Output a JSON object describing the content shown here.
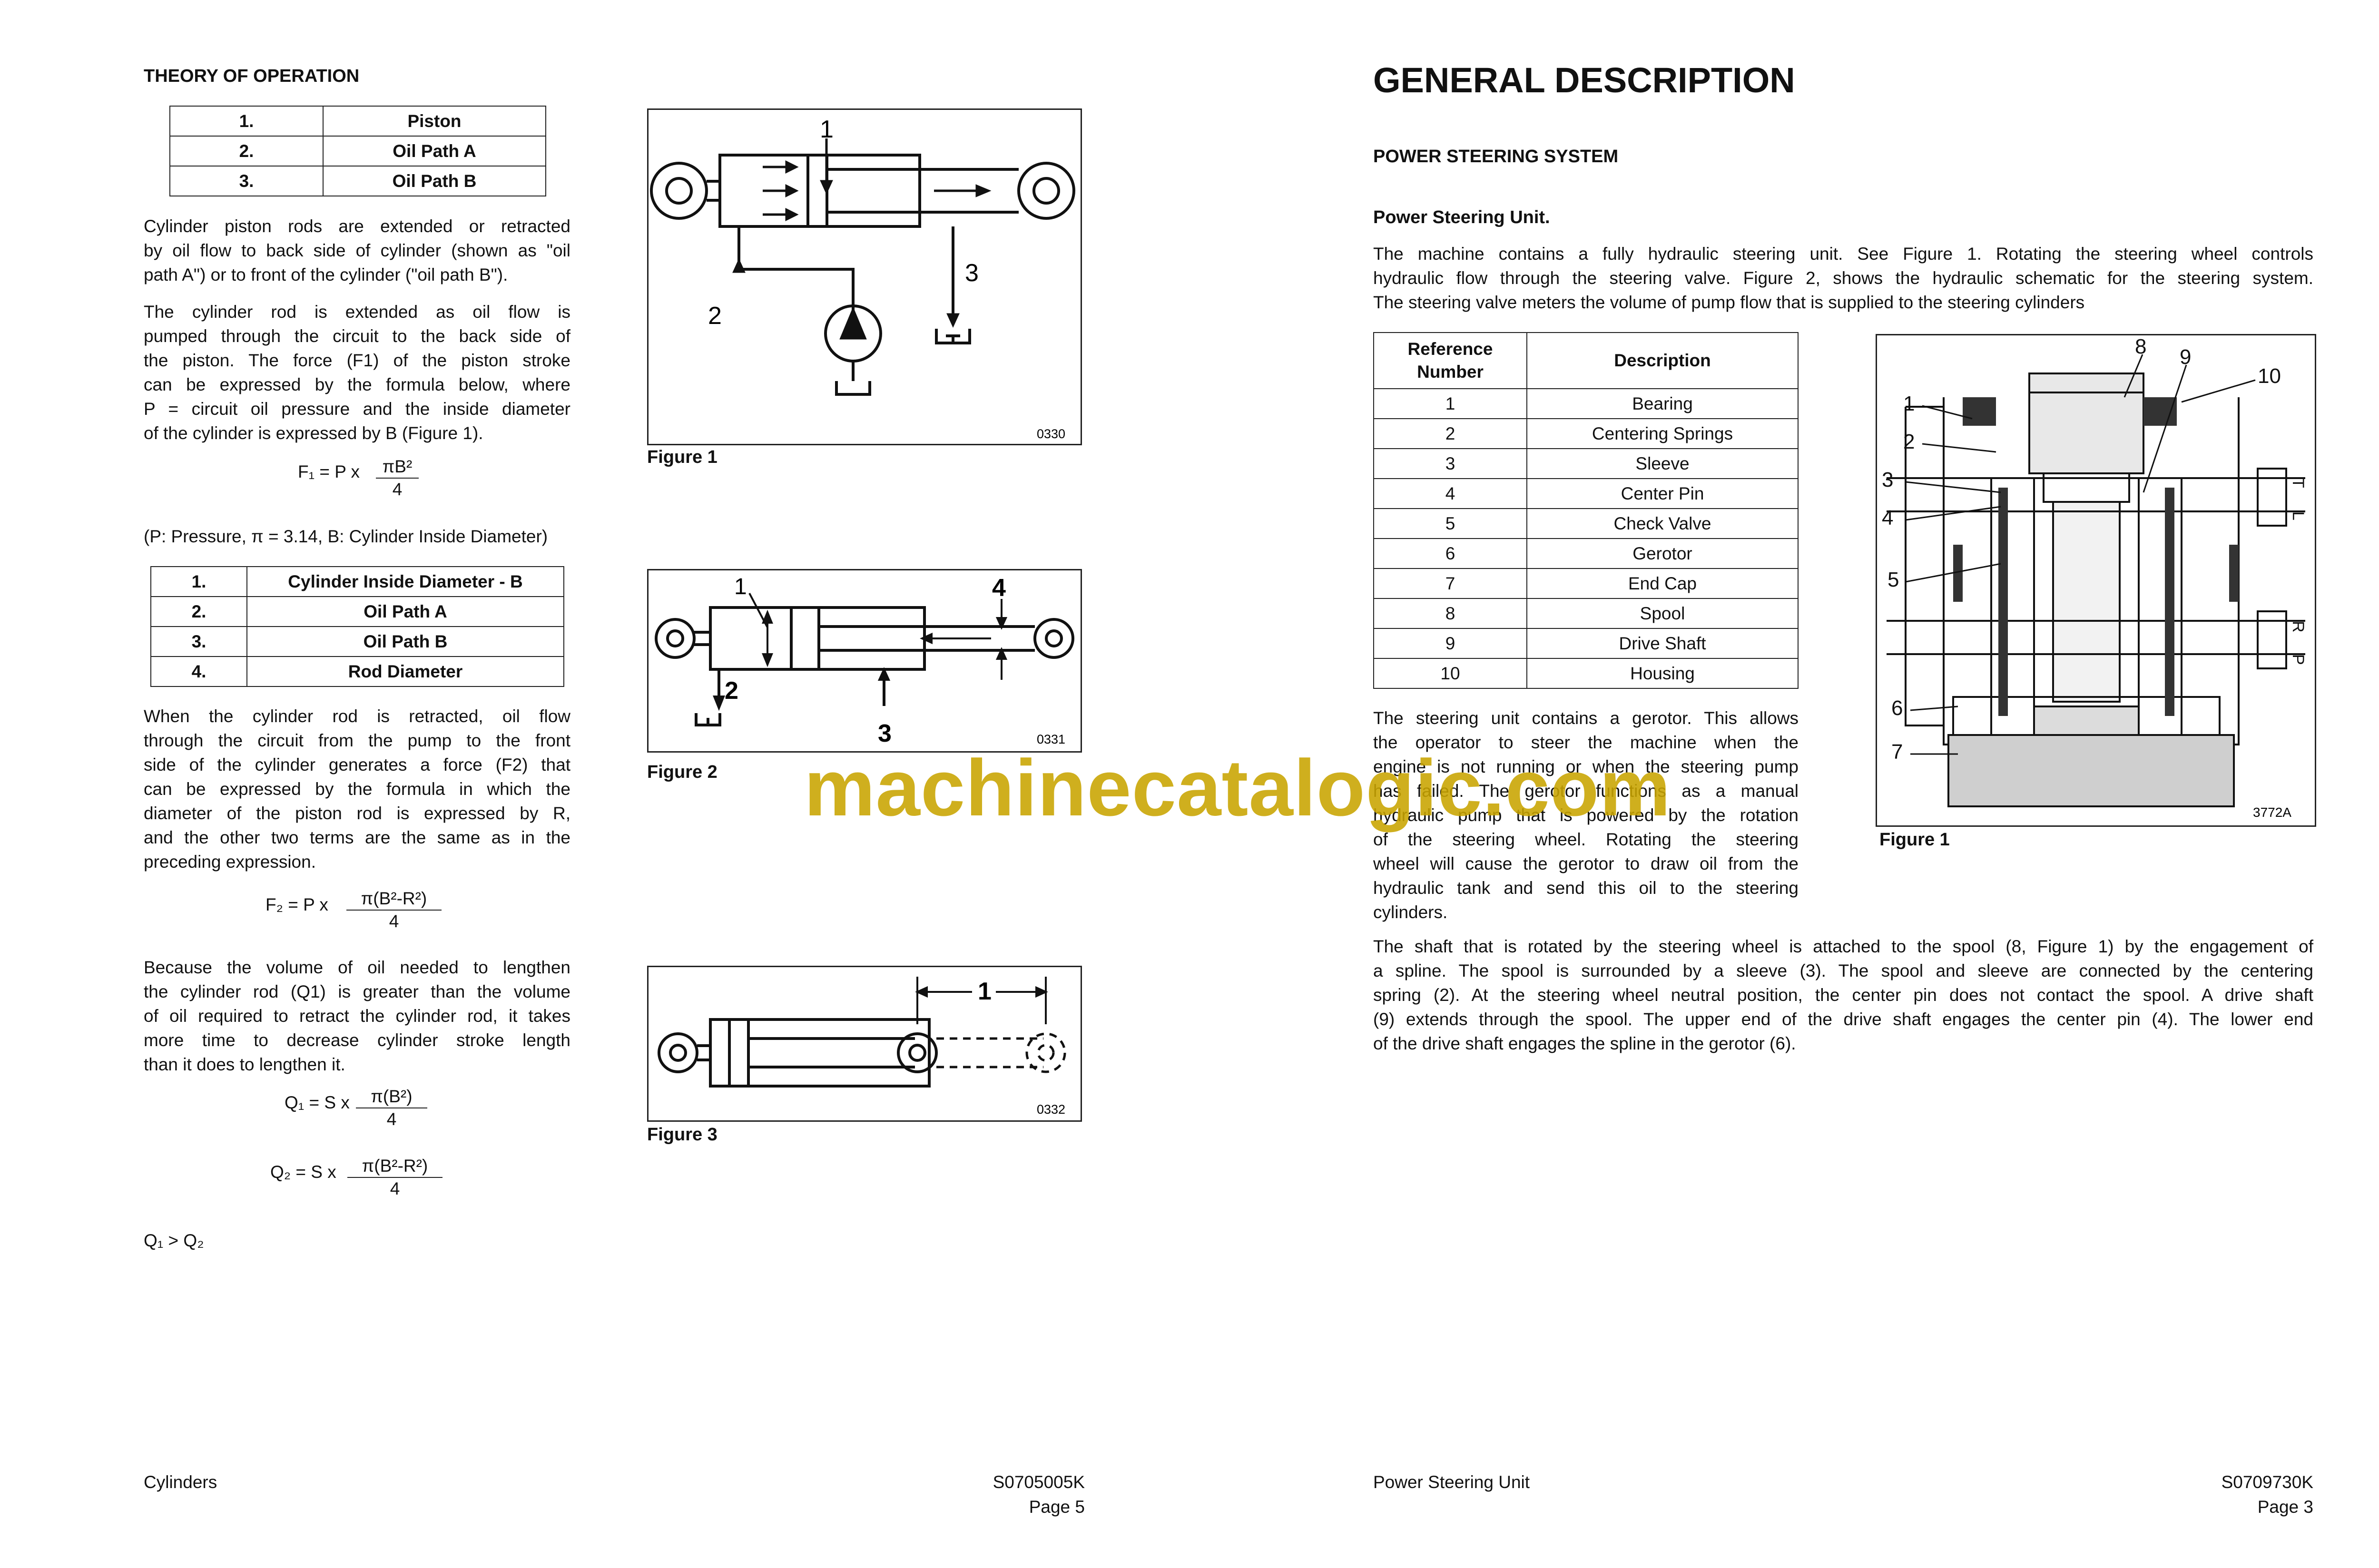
{
  "left_page": {
    "heading": "THEORY OF OPERATION",
    "table1": [
      {
        "num": "1.",
        "label": "Piston"
      },
      {
        "num": "2.",
        "label": "Oil Path A"
      },
      {
        "num": "3.",
        "label": "Oil Path B"
      }
    ],
    "para1": [
      "Cylinder piston rods are extended or retracted",
      "by oil flow to back side of cylinder (shown as \"oil",
      "path A\") or to front of the cylinder (\"oil path B\")."
    ],
    "para2": [
      "The cylinder rod is extended as oil flow is",
      "pumped through the circuit to the back side of",
      "the piston. The force (F1) of the piston stroke",
      "can be expressed by the formula below, where",
      "P = circuit oil pressure and the inside diameter",
      "of the cylinder is expressed by B (Figure 1)."
    ],
    "formula_f1": {
      "lhs": "F₁ = P x",
      "num": "πB²",
      "den": "4"
    },
    "legend": "(P: Pressure, π = 3.14, B: Cylinder Inside Diameter)",
    "table2": [
      {
        "num": "1.",
        "label": "Cylinder Inside Diameter - B"
      },
      {
        "num": "2.",
        "label": "Oil Path A"
      },
      {
        "num": "3.",
        "label": "Oil Path B"
      },
      {
        "num": "4.",
        "label": "Rod Diameter"
      }
    ],
    "para3": [
      "When the cylinder rod is retracted, oil flow",
      "through the circuit from the pump to the front",
      "side of the cylinder generates a force (F2) that",
      "can be expressed by the formula in which the",
      "diameter of the piston rod is expressed by R,",
      "and the other two terms are the same as in the",
      "preceding expression."
    ],
    "formula_f2": {
      "lhs": "F₂ = P x",
      "num": "π(B²-R²)",
      "den": "4"
    },
    "para4": [
      "Because the volume of oil needed to lengthen",
      "the cylinder rod (Q1) is greater than the volume",
      "of oil required to retract the cylinder rod, it takes",
      "more time to decrease cylinder stroke length",
      "than it does to lengthen it."
    ],
    "formula_q1": {
      "lhs": "Q₁ = S x",
      "num": "π(B²)",
      "den": "4"
    },
    "formula_q2": {
      "lhs": "Q₂ = S x",
      "num": "π(B²-R²)",
      "den": "4"
    },
    "compare": "Q₁ > Q₂",
    "fig1": {
      "caption": "Figure 1",
      "code": "0330",
      "labels": [
        "1",
        "2",
        "3"
      ]
    },
    "fig2": {
      "caption": "Figure 2",
      "code": "0331",
      "labels": [
        "1",
        "2",
        "3",
        "4"
      ]
    },
    "fig3": {
      "caption": "Figure 3",
      "code": "0332",
      "labels": [
        "1"
      ]
    },
    "footer_left": "Cylinders",
    "footer_doc": "S0705005K",
    "footer_page": "Page 5"
  },
  "right_page": {
    "title": "GENERAL DESCRIPTION",
    "section": "POWER STEERING SYSTEM",
    "subsection": "Power Steering Unit.",
    "intro": [
      "The machine contains a fully hydraulic steering unit. See Figure 1. Rotating the steering wheel controls",
      "hydraulic flow through the steering valve. Figure 2, shows the hydraulic schematic for the steering system.",
      "The steering valve meters the volume of pump flow that is supplied to the steering cylinders"
    ],
    "table_head": {
      "ref": "Reference\nNumber",
      "desc": "Description"
    },
    "parts": [
      {
        "ref": "1",
        "desc": "Bearing"
      },
      {
        "ref": "2",
        "desc": "Centering Springs"
      },
      {
        "ref": "3",
        "desc": "Sleeve"
      },
      {
        "ref": "4",
        "desc": "Center Pin"
      },
      {
        "ref": "5",
        "desc": "Check Valve"
      },
      {
        "ref": "6",
        "desc": "Gerotor"
      },
      {
        "ref": "7",
        "desc": "End Cap"
      },
      {
        "ref": "8",
        "desc": "Spool"
      },
      {
        "ref": "9",
        "desc": "Drive Shaft"
      },
      {
        "ref": "10",
        "desc": "Housing"
      }
    ],
    "para_gerotor": [
      "The steering unit contains a gerotor. This allows",
      "the operator to steer the machine when the",
      "engine is not running or when the steering pump",
      "has failed. The gerotor functions as a manual",
      "hydraulic pump that is powered by the rotation",
      "of the steering wheel. Rotating the steering",
      "wheel will cause the gerotor to draw oil from the",
      "hydraulic tank and send this oil to the steering",
      "cylinders."
    ],
    "para_shaft": [
      "The shaft that is rotated by the steering wheel is attached to the spool (8, Figure 1) by the engagement of",
      "a spline. The spool is surrounded by a sleeve (3). The spool and sleeve are connected by the centering",
      "spring (2). At the steering wheel neutral position, the center pin does not contact the spool. A drive shaft",
      "(9) extends through the spool. The upper end of the drive shaft engages the center pin (4). The lower end",
      "of the drive shaft engages the spline in the gerotor (6)."
    ],
    "fig1": {
      "caption": "Figure 1",
      "code": "3772A",
      "callouts": [
        "1",
        "2",
        "3",
        "4",
        "5",
        "6",
        "7",
        "8",
        "9",
        "10"
      ],
      "port_letters": [
        "T",
        "L",
        "R",
        "P"
      ]
    },
    "footer_left": "Power Steering Unit",
    "footer_doc": "S0709730K",
    "footer_page": "Page 3"
  },
  "watermark": "machinecatalogic.com"
}
